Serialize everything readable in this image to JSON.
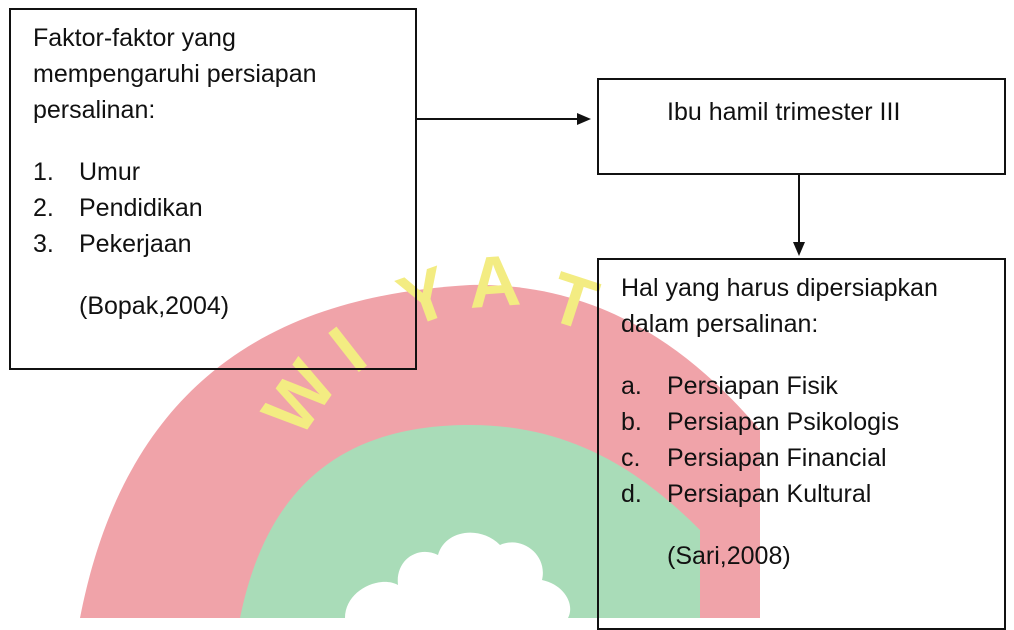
{
  "watermark": {
    "letters": [
      "W",
      "I",
      "Y",
      "A",
      "T"
    ],
    "letter_color": "#f3ec82",
    "outer_ring_color": "#f0a3a9",
    "inner_disc_color": "#a9dcb8"
  },
  "boxes": {
    "factors": {
      "heading_lines": [
        "Faktor-faktor  yang",
        "mempengaruhi persiapan",
        "persalinan:"
      ],
      "items": [
        {
          "marker": "1.",
          "text": "Umur"
        },
        {
          "marker": "2.",
          "text": "Pendidikan"
        },
        {
          "marker": "3.",
          "text": "Pekerjaan"
        }
      ],
      "citation": "(Bopak,2004)"
    },
    "pregnant": {
      "label": "Ibu hamil trimester III"
    },
    "preparation": {
      "heading_lines": [
        "Hal yang harus dipersiapkan",
        "dalam persalinan:"
      ],
      "items": [
        {
          "marker": "a.",
          "text": "Persiapan Fisik"
        },
        {
          "marker": "b.",
          "text": "Persiapan Psikologis"
        },
        {
          "marker": "c.",
          "text": "Persiapan Financial"
        },
        {
          "marker": "d.",
          "text": "Persiapan Kultural"
        }
      ],
      "citation": "(Sari,2008)"
    }
  },
  "colors": {
    "stroke": "#111111",
    "text": "#111111"
  }
}
